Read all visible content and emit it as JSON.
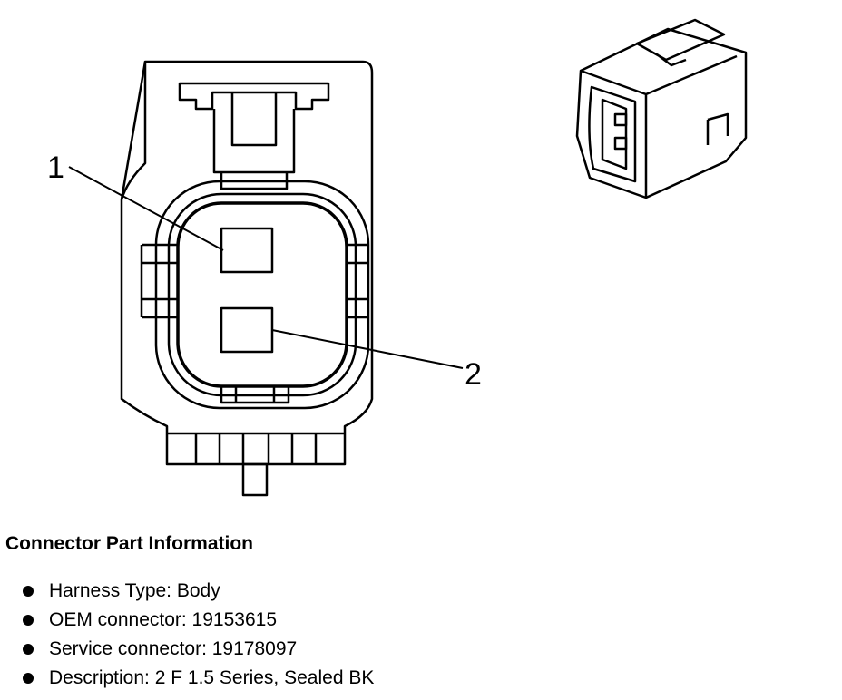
{
  "callouts": {
    "pin1": "1",
    "pin2": "2"
  },
  "info": {
    "title": "Connector Part Information",
    "items": [
      "Harness Type: Body",
      "OEM connector: 19153615",
      "Service connector: 19178097",
      "Description: 2 F 1.5 Series, Sealed BK"
    ]
  },
  "colors": {
    "line": "#000000",
    "background": "#ffffff"
  }
}
